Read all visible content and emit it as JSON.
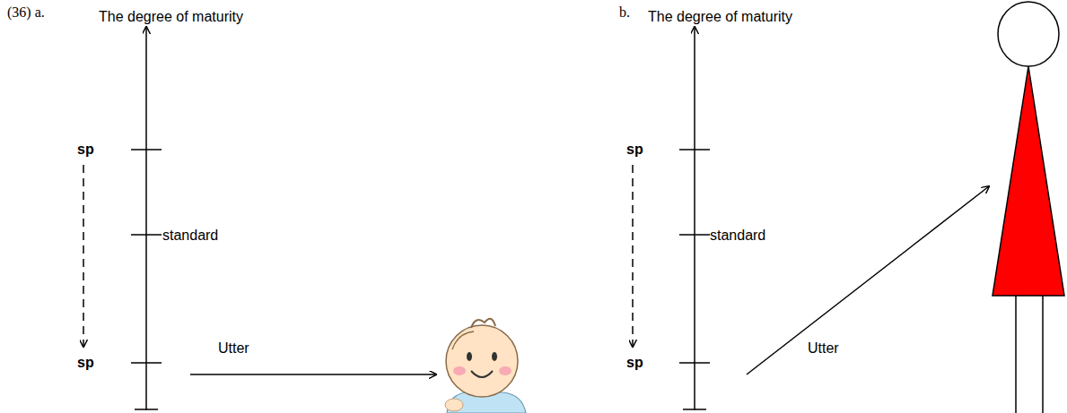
{
  "diagram": {
    "labels": [
      "(36) a.",
      "b.",
      "The degree of maturity",
      "sp",
      "standard",
      "sp",
      "Utter",
      "The degree of maturity",
      "sp",
      "standard",
      "sp",
      "Utter"
    ]
  }
}
